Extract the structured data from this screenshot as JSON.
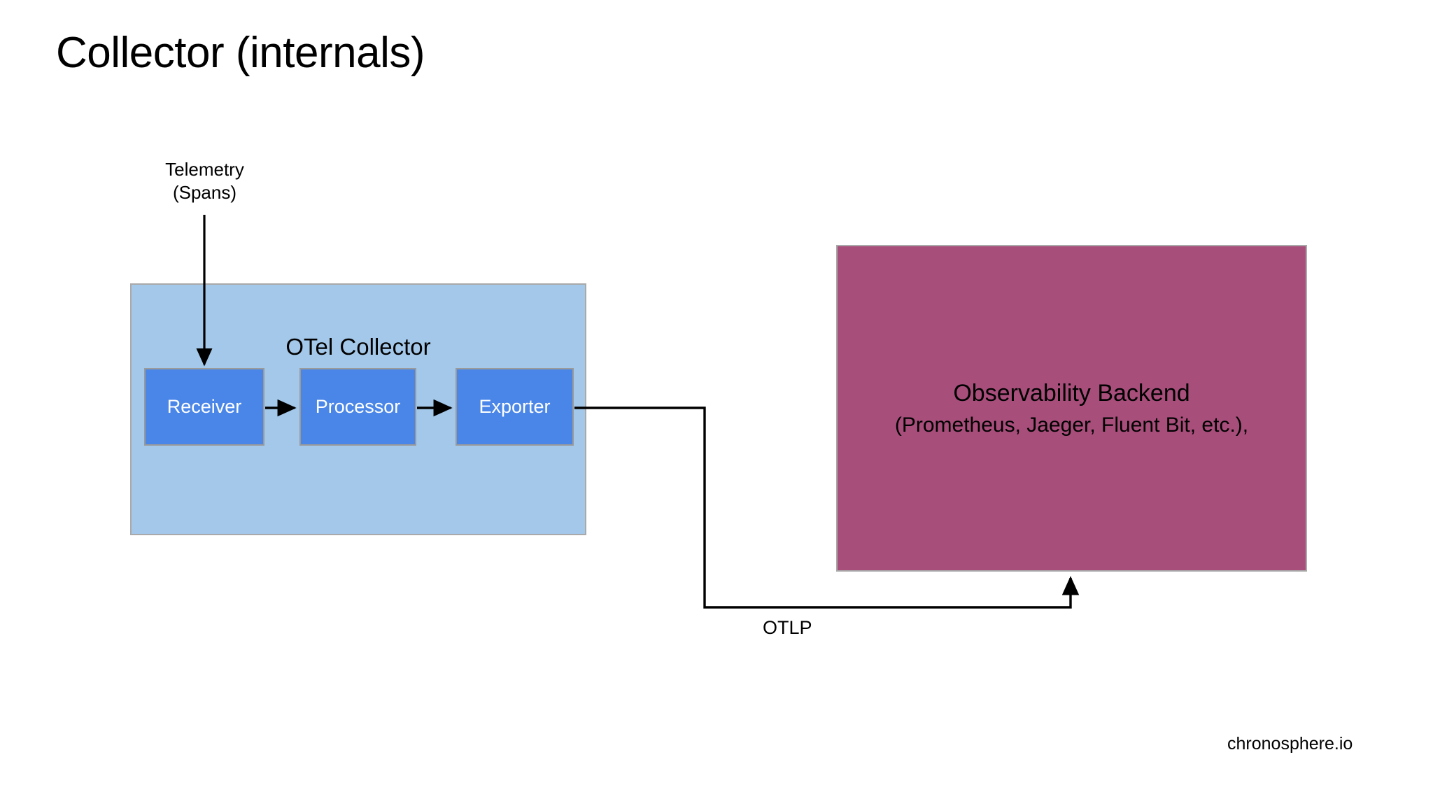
{
  "page": {
    "title": "Collector (internals)",
    "background": "#ffffff",
    "footer_watermark": "chronosphere.io"
  },
  "colors": {
    "collector_fill": "#a4c8ea",
    "stage_fill": "#4a86e8",
    "stage_text": "#ffffff",
    "backend_fill": "#a84e7b",
    "border": "#a9a9a9",
    "connector": "#000000",
    "text": "#000000"
  },
  "source": {
    "label_line1": "Telemetry",
    "label_line2": "(Spans)"
  },
  "collector": {
    "title": "OTel Collector",
    "stages": [
      {
        "id": "receiver",
        "label": "Receiver"
      },
      {
        "id": "processor",
        "label": "Processor"
      },
      {
        "id": "exporter",
        "label": "Exporter"
      }
    ]
  },
  "backend": {
    "title": "Observability Backend",
    "subtitle": "(Prometheus, Jaeger, Fluent Bit, etc.),"
  },
  "edges": [
    {
      "id": "telemetry-to-receiver",
      "label": "",
      "from": "Telemetry (Spans)",
      "to": "Receiver"
    },
    {
      "id": "receiver-to-processor",
      "label": "",
      "from": "Receiver",
      "to": "Processor"
    },
    {
      "id": "processor-to-exporter",
      "label": "",
      "from": "Processor",
      "to": "Exporter"
    },
    {
      "id": "exporter-to-backend",
      "label": "OTLP",
      "from": "Exporter",
      "to": "Observability Backend"
    }
  ],
  "edge_labels": {
    "otlp": "OTLP"
  }
}
